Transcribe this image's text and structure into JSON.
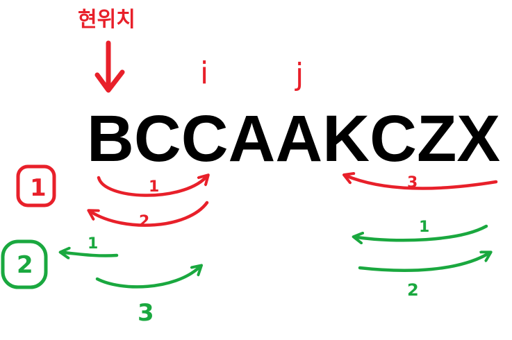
{
  "labels": {
    "current_position": "현위치",
    "pointer_i": "i",
    "pointer_j": "j",
    "word": "BCCAAKCZX"
  },
  "case_one": {
    "badge": "1",
    "step_labels": [
      "1",
      "2",
      "3"
    ]
  },
  "case_two": {
    "badge": "2",
    "step_labels": [
      "1",
      "3",
      "1",
      "2"
    ]
  },
  "colors": {
    "red": "#e8202a",
    "green": "#1aa83f",
    "black": "#000000"
  }
}
